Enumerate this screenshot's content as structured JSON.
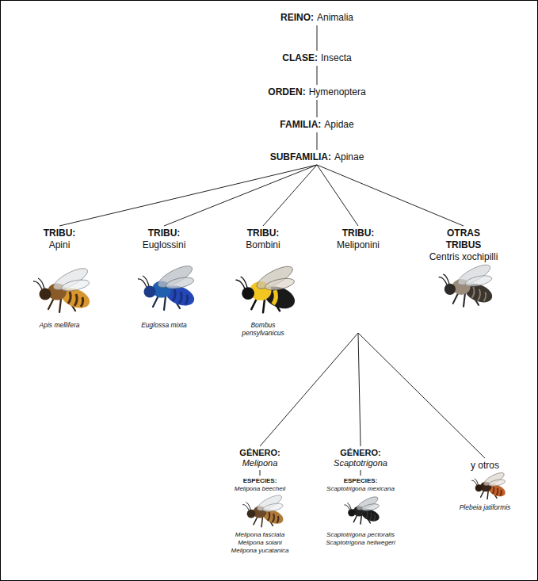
{
  "diagram": {
    "nodes": [
      {
        "text": [
          "REINO:",
          "Animalia"
        ]
      },
      {
        "text": [
          "CLASE:",
          "Insecta"
        ]
      },
      {
        "text": [
          "ORDEN:",
          "Hymenoptera"
        ]
      },
      {
        "text": [
          "FAMILIA:",
          "Apidae"
        ]
      },
      {
        "text": [
          "SUBFAMILIA:",
          "Apinae"
        ]
      },
      {
        "text": [
          "TRIBU:",
          "Apini",
          "Apis mellifera"
        ]
      },
      {
        "text": [
          "TRIBU:",
          "Euglossini",
          "Euglossa mixta"
        ]
      },
      {
        "text": [
          "TRIBU:",
          "Bombini",
          "Bombus pensylvanicus"
        ]
      },
      {
        "text": [
          "TRIBU:",
          "Meliponini"
        ]
      },
      {
        "text": [
          "OTRAS TRIBUS",
          "Centris xochipilli"
        ]
      },
      {
        "text": [
          "GÉNERO:",
          "Melipona"
        ]
      },
      {
        "text": [
          "GÉNERO:",
          "Scaptotrigona"
        ]
      },
      {
        "text": [
          "y otros",
          "Plebeia jatiformis"
        ]
      },
      {
        "text": [
          "ESPECIES:",
          "Melipona beecheii",
          "Melipona fasciata",
          "Melipona solani",
          "Melipona yucatanica"
        ]
      },
      {
        "text": [
          "ESPECIES:",
          "Scaptotrigona mexicana",
          "Scaptotrigona pectoralis",
          "Scaptotrigona hellwegeri"
        ]
      }
    ],
    "edges": [
      {
        "from": 0,
        "to": 1,
        "arrow": "none"
      },
      {
        "from": 1,
        "to": 2,
        "arrow": "none"
      },
      {
        "from": 2,
        "to": 3,
        "arrow": "none"
      },
      {
        "from": 3,
        "to": 4,
        "arrow": "none"
      },
      {
        "from": 4,
        "to": 5,
        "arrow": "none"
      },
      {
        "from": 4,
        "to": 6,
        "arrow": "none"
      },
      {
        "from": 4,
        "to": 7,
        "arrow": "none"
      },
      {
        "from": 4,
        "to": 8,
        "arrow": "none"
      },
      {
        "from": 4,
        "to": 9,
        "arrow": "none"
      },
      {
        "from": 8,
        "to": 10,
        "arrow": "none"
      },
      {
        "from": 8,
        "to": 11,
        "arrow": "none"
      },
      {
        "from": 8,
        "to": 12,
        "arrow": "none"
      },
      {
        "from": 10,
        "to": 13,
        "arrow": "none"
      },
      {
        "from": 11,
        "to": 14,
        "arrow": "none"
      }
    ]
  }
}
